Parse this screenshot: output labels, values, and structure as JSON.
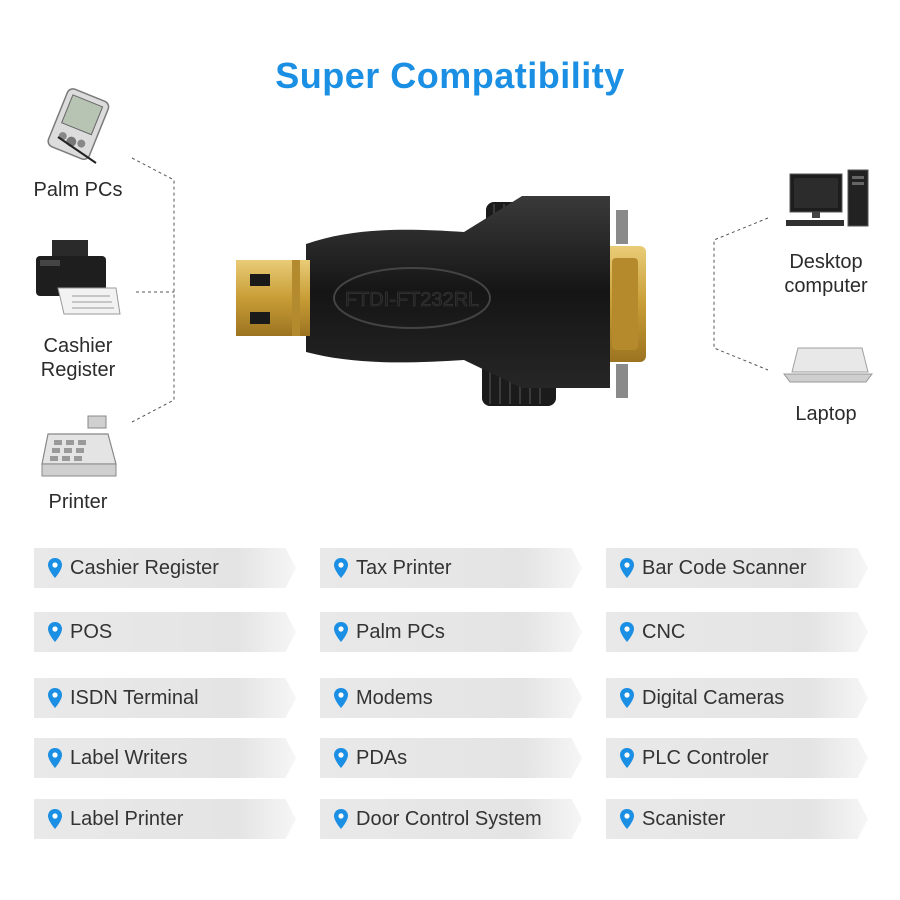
{
  "title": "Super Compatibility",
  "colors": {
    "accent": "#1a8fe3",
    "tag_bg": "#e6e6e6",
    "connector_body": "#1c1c1c",
    "gold": "#c9a23c"
  },
  "adapter": {
    "label": "FTDI-FT232RL"
  },
  "left_devices": [
    {
      "label": "Palm PCs",
      "icon": "pda-icon"
    },
    {
      "label": "Cashier\nRegister",
      "icon": "printer-icon"
    },
    {
      "label": "Printer",
      "icon": "cash-register-icon"
    }
  ],
  "right_devices": [
    {
      "label": "Desktop\ncomputer",
      "icon": "desktop-computer-icon"
    },
    {
      "label": "Laptop",
      "icon": "laptop-icon"
    }
  ],
  "tags": [
    [
      "Cashier Register",
      "Tax Printer",
      "Bar Code Scanner"
    ],
    [
      "POS",
      "Palm PCs",
      "CNC"
    ],
    [
      "ISDN Terminal",
      "Modems",
      "Digital Cameras"
    ],
    [
      "Label Writers",
      "PDAs",
      "PLC Controler"
    ],
    [
      "Label Printer",
      "Door Control System",
      "Scanister"
    ]
  ]
}
